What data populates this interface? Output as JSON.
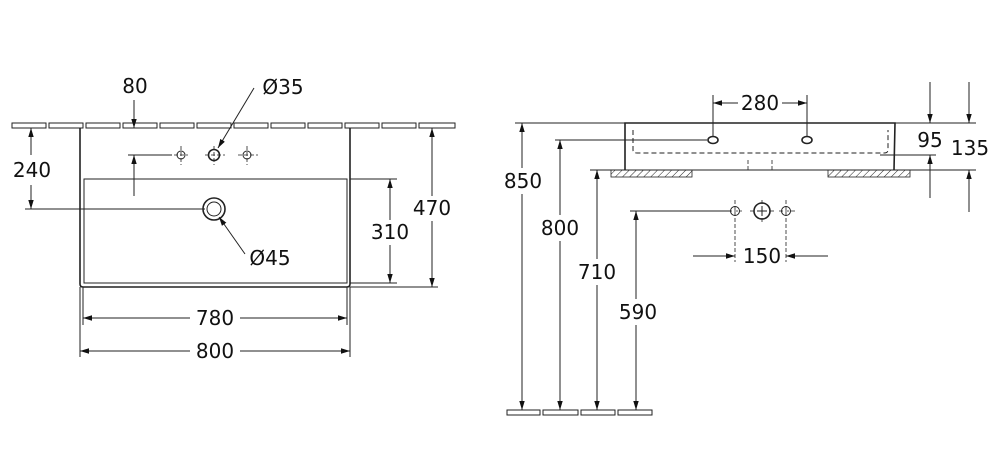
{
  "top_view": {
    "dim_tap_offset": "80",
    "dim_tap_hole": "Ø35",
    "dim_drain_depth": "240",
    "dim_drain_hole": "Ø45",
    "dim_bowl_depth": "310",
    "dim_total_depth": "470",
    "dim_bowl_width": "780",
    "dim_total_width": "800"
  },
  "side_view": {
    "dim_tap_spacing": "280",
    "dim_rim_height": "850",
    "dim_overflow_height": "800",
    "dim_bottom_height": "710",
    "dim_supply_height": "590",
    "dim_supply_spacing": "150",
    "dim_bowl_height": "95",
    "dim_basin_height": "135"
  }
}
